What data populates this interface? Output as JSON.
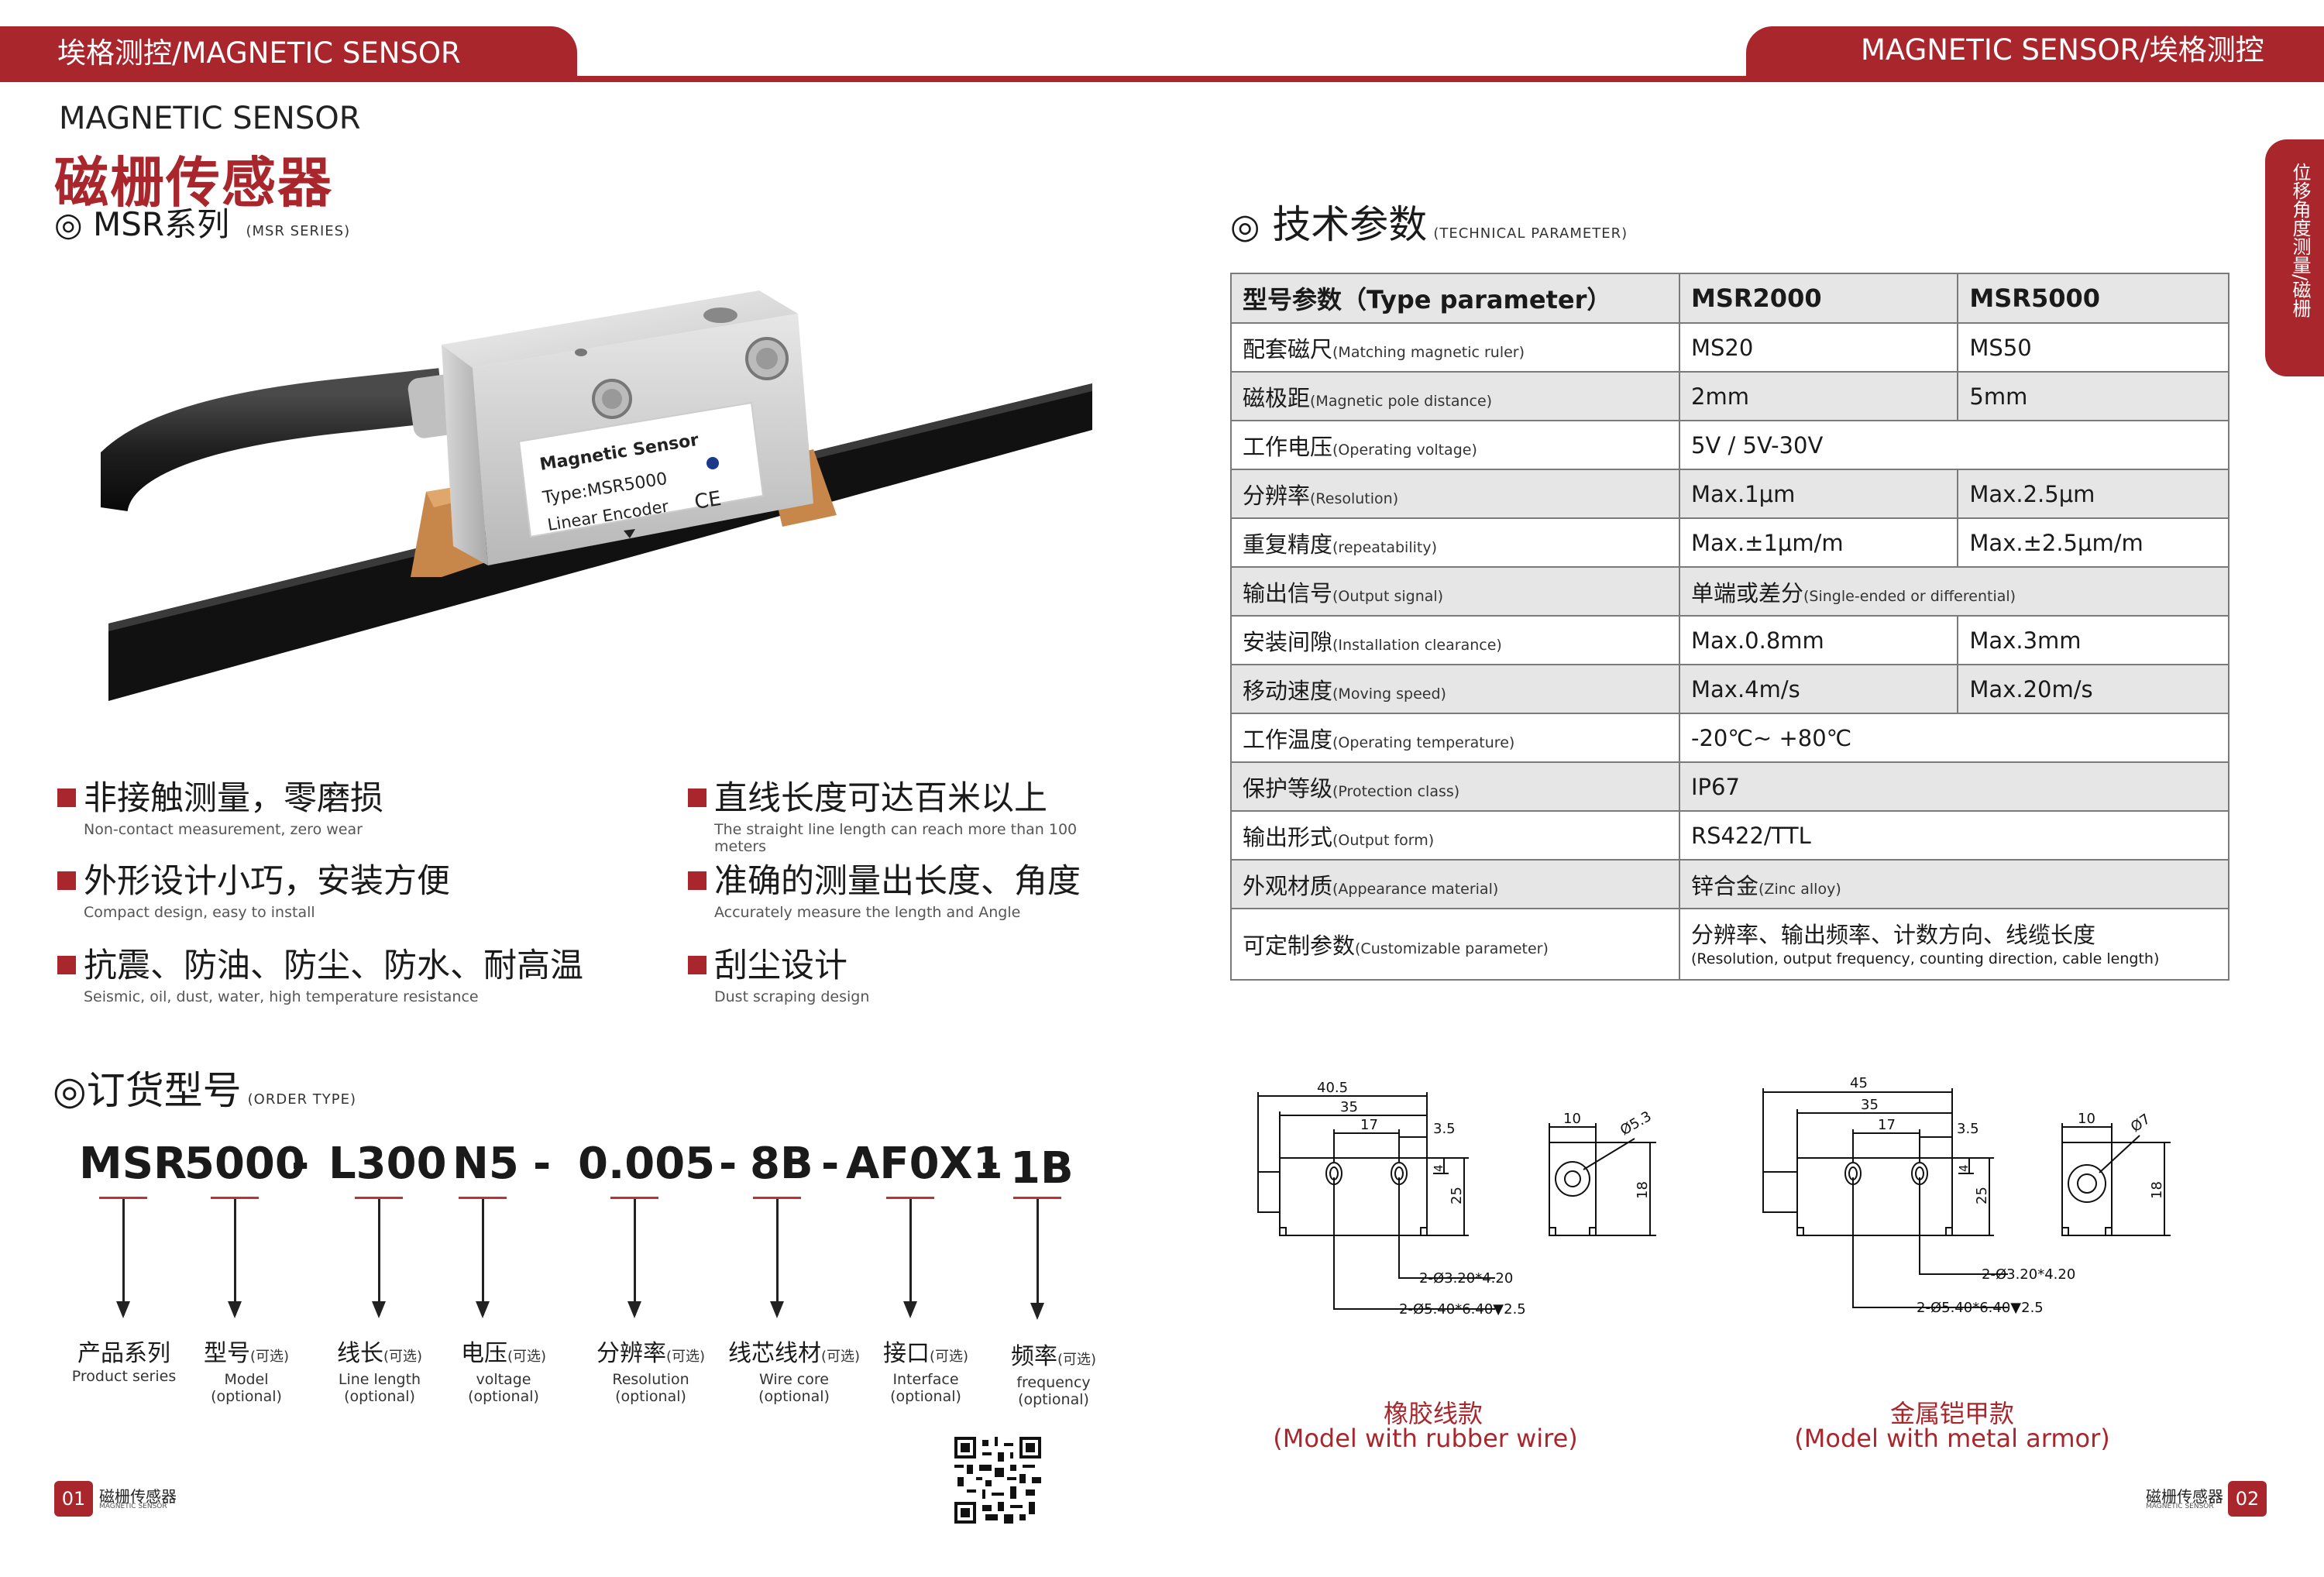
{
  "header": {
    "left_tab": "埃格测控/MAGNETIC SENSOR",
    "right_tab": "MAGNETIC SENSOR/埃格测控",
    "side_tab": "位移角度测量/磁栅"
  },
  "product": {
    "title_en": "MAGNETIC SENSOR",
    "title_cn": "磁栅传感器",
    "series_mark": "◎",
    "series": "MSR系列",
    "series_en": "(MSR SERIES)",
    "label_line1": "Magnetic Sensor",
    "label_line2": "Type:MSR5000",
    "label_line3": "Linear Encoder",
    "ce_mark": "CE"
  },
  "features": [
    {
      "cn": "非接触测量，零磨损",
      "en": "Non-contact measurement, zero wear"
    },
    {
      "cn": "外形设计小巧，安装方便",
      "en": "Compact design, easy to install"
    },
    {
      "cn": "抗震、防油、防尘、防水、耐高温",
      "en": "Seismic, oil, dust, water, high temperature resistance"
    },
    {
      "cn": "直线长度可达百米以上",
      "en": "The straight line length can reach more than 100 meters"
    },
    {
      "cn": "准确的测量出长度、角度",
      "en": "Accurately measure the length and Angle"
    },
    {
      "cn": "刮尘设计",
      "en": "Dust scraping design"
    }
  ],
  "order": {
    "title_mark": "◎",
    "title": "订货型号",
    "title_en": "(ORDER TYPE)",
    "segments": [
      "MSR",
      "5000",
      "-",
      "L300",
      "N5",
      "-",
      "0.005",
      "-",
      "8B",
      "-",
      "AF0X1",
      "-",
      "1B"
    ],
    "labels": [
      {
        "cn": "产品系列",
        "opt": "",
        "en1": "Product series",
        "en2": ""
      },
      {
        "cn": "型号",
        "opt": "(可选)",
        "en1": "Model",
        "en2": "(optional)"
      },
      {
        "cn": "线长",
        "opt": "(可选)",
        "en1": "Line length",
        "en2": "(optional)"
      },
      {
        "cn": "电压",
        "opt": "(可选)",
        "en1": "voltage",
        "en2": "(optional)"
      },
      {
        "cn": "分辨率",
        "opt": "(可选)",
        "en1": "Resolution",
        "en2": "(optional)"
      },
      {
        "cn": "线芯线材",
        "opt": "(可选)",
        "en1": "Wire core",
        "en2": "(optional)"
      },
      {
        "cn": "接口",
        "opt": "(可选)",
        "en1": "Interface",
        "en2": "(optional)"
      },
      {
        "cn": "频率",
        "opt": "(可选)",
        "en1": "frequency",
        "en2": "(optional)"
      }
    ]
  },
  "tech": {
    "title_mark": "◎",
    "title": "技术参数",
    "title_en": "(TECHNICAL PARAMETER)",
    "head": {
      "param": "型号参数（Type parameter）",
      "col1": "MSR2000",
      "col2": "MSR5000"
    },
    "rows": [
      {
        "cn": "配套磁尺",
        "en": "(Matching magnetic ruler)",
        "v1": "MS20",
        "v2": "MS50"
      },
      {
        "cn": "磁极距",
        "en": "(Magnetic pole distance)",
        "v1": "2mm",
        "v2": "5mm"
      },
      {
        "cn": "工作电压",
        "en": "(Operating voltage)",
        "v": "5V / 5V-30V"
      },
      {
        "cn": "分辨率",
        "en": "(Resolution)",
        "v1": "Max.1μm",
        "v2": "Max.2.5μm"
      },
      {
        "cn": "重复精度",
        "en": "(repeatability)",
        "v1": "Max.±1μm/m",
        "v2": "Max.±2.5μm/m"
      },
      {
        "cn": "输出信号",
        "en": "(Output signal)",
        "v": "单端或差分",
        "v_en": "(Single-ended or differential)"
      },
      {
        "cn": "安装间隙",
        "en": "(Installation clearance)",
        "v1": "Max.0.8mm",
        "v2": "Max.3mm"
      },
      {
        "cn": "移动速度",
        "en": "(Moving speed)",
        "v1": "Max.4m/s",
        "v2": "Max.20m/s"
      },
      {
        "cn": "工作温度",
        "en": "(Operating temperature)",
        "v": "-20℃~ +80℃"
      },
      {
        "cn": "保护等级",
        "en": "(Protection class)",
        "v": "IP67"
      },
      {
        "cn": "输出形式",
        "en": "(Output form)",
        "v": "RS422/TTL"
      },
      {
        "cn": "外观材质",
        "en": "(Appearance material)",
        "v": "锌合金",
        "v_en": "(Zinc alloy)"
      },
      {
        "cn": "可定制参数",
        "en": "(Customizable parameter)",
        "v": "分辨率、输出频率、计数方向、线缆长度",
        "v_en": "(Resolution, output frequency, counting direction, cable length)"
      }
    ]
  },
  "drawings": {
    "rubber": {
      "w_total": "40.5",
      "w_35": "35",
      "w_17": "17",
      "w_35b": "3.5",
      "h25": "25",
      "h4": "4",
      "side_w": "10",
      "dia": "Ø5.3",
      "h18": "18",
      "hole1": "2-Ø3.20*4.20",
      "hole2": "2-Ø5.40*6.40▼2.5",
      "caption_cn": "橡胶线款",
      "caption_en": "(Model with rubber wire)"
    },
    "metal": {
      "w_total": "45",
      "w_35": "35",
      "w_17": "17",
      "w_35b": "3.5",
      "h25": "25",
      "h4": "4",
      "side_w": "10",
      "dia": "Ø7",
      "h18": "18",
      "hole1": "2-Ø3.20*4.20",
      "hole2": "2-Ø5.40*6.40▼2.5",
      "caption_cn": "金属铠甲款",
      "caption_en": "(Model with metal armor)"
    }
  },
  "footer": {
    "left_num": "01",
    "right_num": "02",
    "brand_cn": "磁栅传感器",
    "brand_en": "MAGNETIC SENSOR"
  },
  "colors": {
    "accent": "#a9262c",
    "table_gray": "#e6e6e6",
    "pad_orange": "#c8874a"
  }
}
